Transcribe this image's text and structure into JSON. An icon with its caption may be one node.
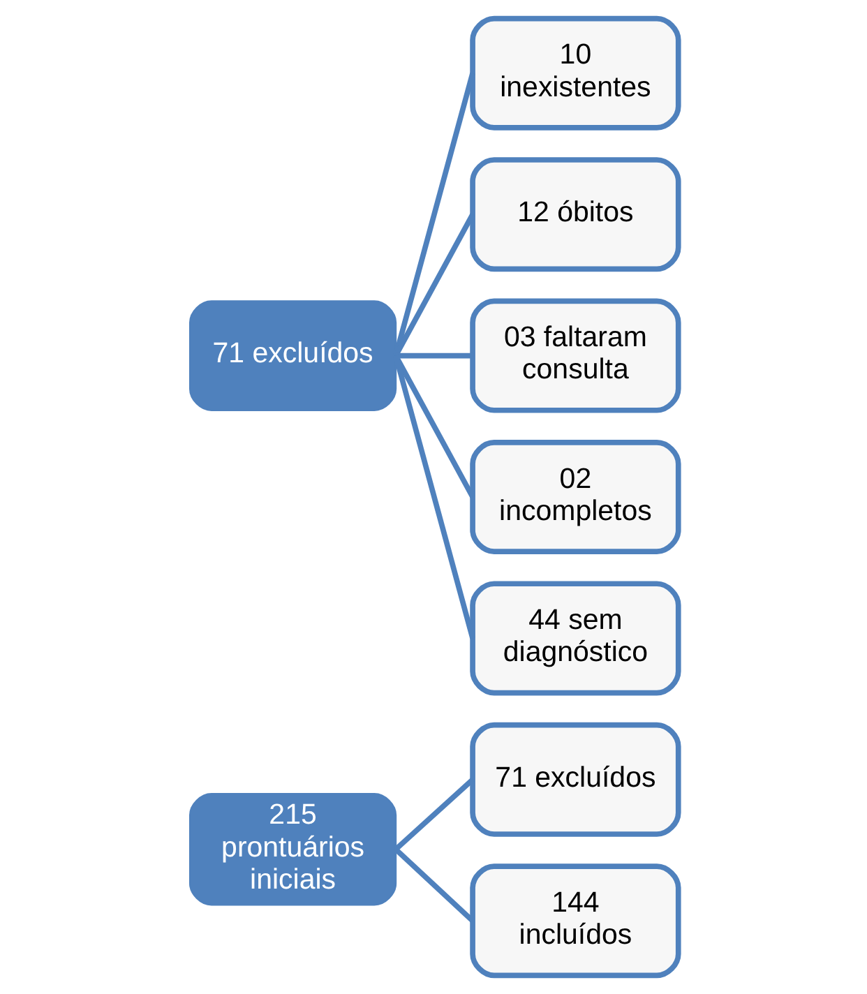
{
  "diagram": {
    "nodes": [
      {
        "text": [
          "215 prontuários iniciais"
        ]
      },
      {
        "text": [
          "71 excluídos"
        ]
      },
      {
        "text": [
          "144 incluídos"
        ]
      },
      {
        "text": [
          "71 excluídos"
        ]
      },
      {
        "text": [
          "10 inexistentes"
        ]
      },
      {
        "text": [
          "12 óbitos"
        ]
      },
      {
        "text": [
          "03 faltaram consulta"
        ]
      },
      {
        "text": [
          "02 incompletos"
        ]
      },
      {
        "text": [
          "44 sem diagnóstico"
        ]
      }
    ],
    "edges": [
      {
        "from": 0,
        "to": 1,
        "arrow": "none"
      },
      {
        "from": 0,
        "to": 2,
        "arrow": "none"
      },
      {
        "from": 3,
        "to": 4,
        "arrow": "none"
      },
      {
        "from": 3,
        "to": 5,
        "arrow": "none"
      },
      {
        "from": 3,
        "to": 6,
        "arrow": "none"
      },
      {
        "from": 3,
        "to": 7,
        "arrow": "none"
      },
      {
        "from": 3,
        "to": 8,
        "arrow": "none"
      }
    ]
  }
}
